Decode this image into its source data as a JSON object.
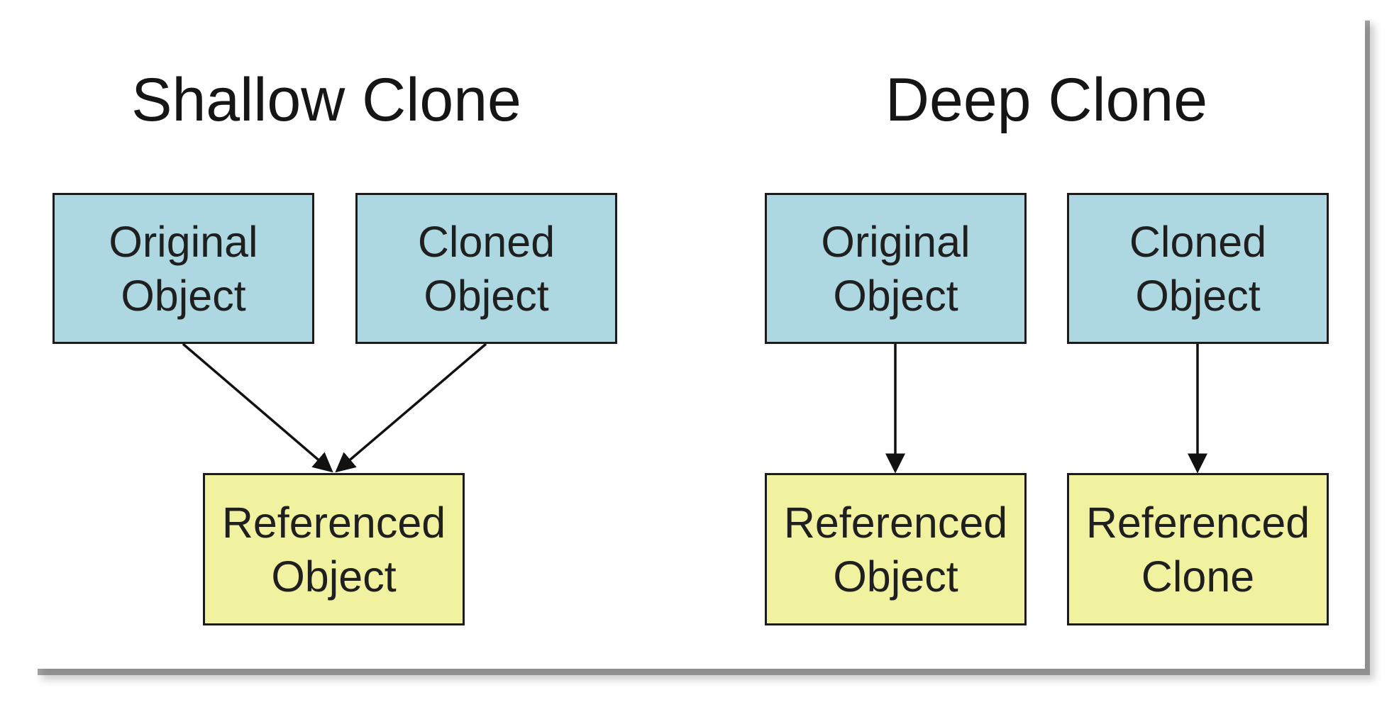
{
  "shallow": {
    "title": "Shallow Clone",
    "original": {
      "line1": "Original",
      "line2": "Object"
    },
    "cloned": {
      "line1": "Cloned",
      "line2": "Object"
    },
    "referenced": {
      "line1": "Referenced",
      "line2": "Object"
    }
  },
  "deep": {
    "title": "Deep Clone",
    "original": {
      "line1": "Original",
      "line2": "Object"
    },
    "cloned": {
      "line1": "Cloned",
      "line2": "Object"
    },
    "referenced_object": {
      "line1": "Referenced",
      "line2": "Object"
    },
    "referenced_clone": {
      "line1": "Referenced",
      "line2": "Clone"
    }
  },
  "colors": {
    "object_box": "#add8e1",
    "reference_box": "#f1f2a0",
    "border": "#1c1c1c"
  }
}
